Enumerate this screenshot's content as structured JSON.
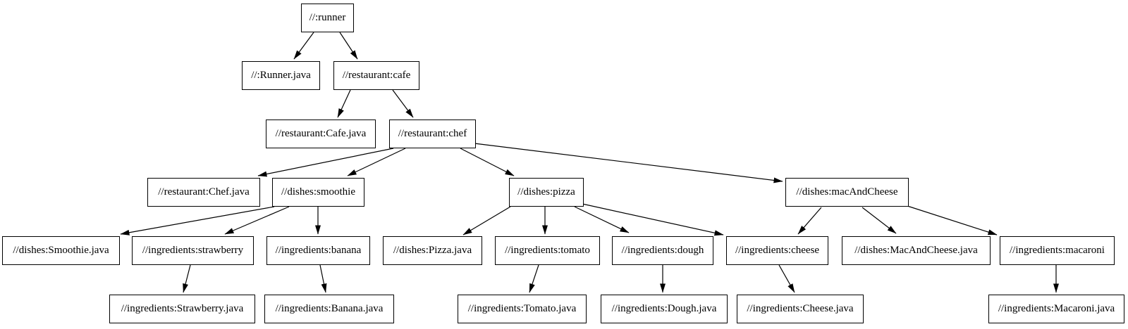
{
  "diagram": {
    "type": "dependency-graph",
    "colors": {
      "background": "#ffffff",
      "node_fill": "#ffffff",
      "node_border": "#000000",
      "edge": "#000000",
      "text": "#000000"
    },
    "nodes": [
      {
        "id": "runner",
        "label": "//:runner"
      },
      {
        "id": "runner_java",
        "label": "//:Runner.java"
      },
      {
        "id": "cafe",
        "label": "//restaurant:cafe"
      },
      {
        "id": "cafe_java",
        "label": "//restaurant:Cafe.java"
      },
      {
        "id": "chef",
        "label": "//restaurant:chef"
      },
      {
        "id": "chef_java",
        "label": "//restaurant:Chef.java"
      },
      {
        "id": "smoothie",
        "label": "//dishes:smoothie"
      },
      {
        "id": "pizza",
        "label": "//dishes:pizza"
      },
      {
        "id": "mac_and_cheese",
        "label": "//dishes:macAndCheese"
      },
      {
        "id": "smoothie_java",
        "label": "//dishes:Smoothie.java"
      },
      {
        "id": "strawberry",
        "label": "//ingredients:strawberry"
      },
      {
        "id": "banana",
        "label": "//ingredients:banana"
      },
      {
        "id": "pizza_java",
        "label": "//dishes:Pizza.java"
      },
      {
        "id": "tomato",
        "label": "//ingredients:tomato"
      },
      {
        "id": "dough",
        "label": "//ingredients:dough"
      },
      {
        "id": "cheese",
        "label": "//ingredients:cheese"
      },
      {
        "id": "mac_and_cheese_java",
        "label": "//dishes:MacAndCheese.java"
      },
      {
        "id": "macaroni",
        "label": "//ingredients:macaroni"
      },
      {
        "id": "strawberry_java",
        "label": "//ingredients:Strawberry.java"
      },
      {
        "id": "banana_java",
        "label": "//ingredients:Banana.java"
      },
      {
        "id": "tomato_java",
        "label": "//ingredients:Tomato.java"
      },
      {
        "id": "dough_java",
        "label": "//ingredients:Dough.java"
      },
      {
        "id": "cheese_java",
        "label": "//ingredients:Cheese.java"
      },
      {
        "id": "macaroni_java",
        "label": "//ingredients:Macaroni.java"
      }
    ],
    "edges": [
      {
        "from": "runner",
        "to": "runner_java"
      },
      {
        "from": "runner",
        "to": "cafe"
      },
      {
        "from": "cafe",
        "to": "cafe_java"
      },
      {
        "from": "cafe",
        "to": "chef"
      },
      {
        "from": "chef",
        "to": "chef_java"
      },
      {
        "from": "chef",
        "to": "smoothie"
      },
      {
        "from": "chef",
        "to": "pizza"
      },
      {
        "from": "chef",
        "to": "mac_and_cheese"
      },
      {
        "from": "smoothie",
        "to": "smoothie_java"
      },
      {
        "from": "smoothie",
        "to": "strawberry"
      },
      {
        "from": "smoothie",
        "to": "banana"
      },
      {
        "from": "pizza",
        "to": "pizza_java"
      },
      {
        "from": "pizza",
        "to": "tomato"
      },
      {
        "from": "pizza",
        "to": "dough"
      },
      {
        "from": "pizza",
        "to": "cheese"
      },
      {
        "from": "mac_and_cheese",
        "to": "cheese"
      },
      {
        "from": "mac_and_cheese",
        "to": "mac_and_cheese_java"
      },
      {
        "from": "mac_and_cheese",
        "to": "macaroni"
      },
      {
        "from": "strawberry",
        "to": "strawberry_java"
      },
      {
        "from": "banana",
        "to": "banana_java"
      },
      {
        "from": "tomato",
        "to": "tomato_java"
      },
      {
        "from": "dough",
        "to": "dough_java"
      },
      {
        "from": "cheese",
        "to": "cheese_java"
      },
      {
        "from": "macaroni",
        "to": "macaroni_java"
      }
    ]
  }
}
